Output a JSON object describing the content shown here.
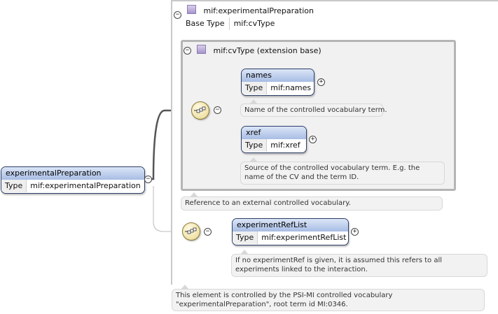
{
  "root_element": {
    "name": "experimentalPreparation",
    "type_key": "Type",
    "type_value": "mif:experimentalPreparation"
  },
  "complex_type": {
    "name": "mif:experimentalPreparation",
    "base_type_key": "Base Type",
    "base_type_value": "mif:cvType"
  },
  "extension_base": {
    "label": "mif:cvType (extension base)"
  },
  "children": [
    {
      "name": "names",
      "type_key": "Type",
      "type_value": "mif:names",
      "doc": "Name of the controlled vocabulary term."
    },
    {
      "name": "xref",
      "type_key": "Type",
      "type_value": "mif:xref",
      "doc": "Source of the controlled vocabulary term. E.g. the name of the CV and the term ID."
    }
  ],
  "extension_doc": "Reference to an external controlled vocabulary.",
  "ref_list": {
    "name": "experimentRefList",
    "type_key": "Type",
    "type_value": "mif:experimentRefList",
    "doc": "If no experimentRef is given, it is assumed this refers to all experiments linked to the interaction."
  },
  "element_doc": "This element is controlled by the PSI-MI controlled vocabulary \"experimentalPreparation\", root term id MI:0346.",
  "icons": {
    "expanded": "minus-circle",
    "collapsed": "plus-circle",
    "type": "complex-type-square",
    "compositor": "sequence-compositor"
  },
  "colors": {
    "header_gradient_top": "#dbe5f7",
    "header_gradient_bottom": "#a8bde4",
    "border": "#2c3e66",
    "compositor": "#efe1a6",
    "type_icon": "#a795cb"
  }
}
